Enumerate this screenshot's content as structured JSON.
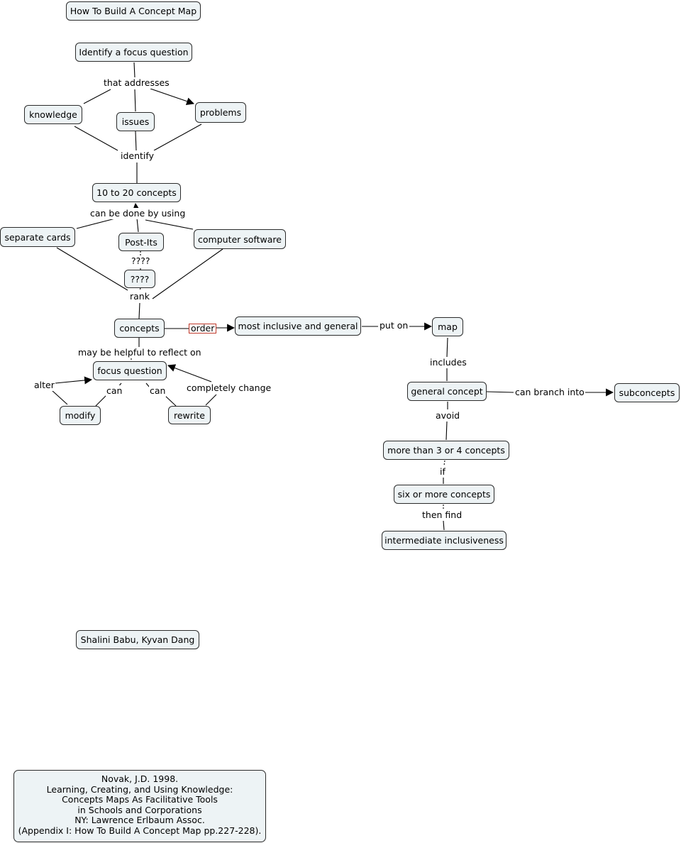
{
  "title": "How To Build A Concept Map",
  "nodes": {
    "focus_q_top": "Identify a focus question",
    "knowledge": "knowledge",
    "issues": "issues",
    "problems": "problems",
    "ten_twenty": "10 to 20 concepts",
    "separate_cards": "separate cards",
    "post_its": "Post-Its",
    "computer_software": "computer software",
    "unknown": "????",
    "concepts": "concepts",
    "most_inclusive": "most inclusive and general",
    "map": "map",
    "focus_question": "focus question",
    "modify": "modify",
    "rewrite": "rewrite",
    "general_concept": "general concept",
    "subconcepts": "subconcepts",
    "more_than": "more than 3 or 4 concepts",
    "six_or_more": "six or more concepts",
    "intermediate": "intermediate inclusiveness",
    "authors": "Shalini Babu, Kyvan Dang"
  },
  "links": {
    "that_addresses": "that addresses",
    "identify": "identify",
    "can_be_done": "can be done by using",
    "question_marks": "????",
    "rank": "rank",
    "order": "order",
    "put_on": "put on",
    "may_be_helpful": "may be helpful to reflect on",
    "alter": "alter",
    "can_left": "can",
    "can_right": "can",
    "completely_change": "completely change",
    "includes": "includes",
    "can_branch_into": "can branch into",
    "avoid": "avoid",
    "if": "if",
    "then_find": "then find"
  },
  "reference": {
    "line1": "Novak, J.D. 1998.",
    "line2": "Learning, Creating, and Using Knowledge:",
    "line3": "Concepts Maps As Facilitative Tools",
    "line4": "in Schools and Corporations",
    "line5": "NY: Lawrence Erlbaum Assoc.",
    "line6": "(Appendix I: How To Build A Concept Map pp.227-228)."
  },
  "colors": {
    "node_fill": "#edf3f5",
    "node_border": "#2b2b2b",
    "order_highlight": "#c0392b"
  }
}
